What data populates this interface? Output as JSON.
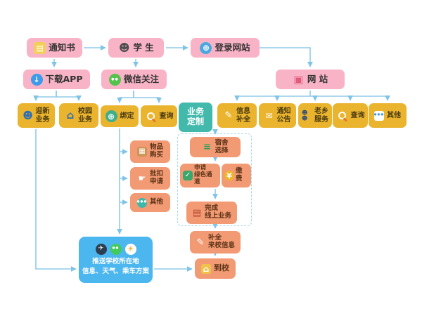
{
  "colors": {
    "pink": "#f9b3c7",
    "gold": "#eab42f",
    "orange": "#f29a73",
    "teal": "#43b9ac",
    "blue": "#4cb6ee",
    "arrow": "#8fcbe9"
  },
  "icons": {
    "document": "▤",
    "person": "☻",
    "globe": "⊕",
    "download": "↓",
    "wechat": "●●",
    "monitor": "▣",
    "people": "☻",
    "building": "⌂",
    "earth": "⊕",
    "pencil": "✎",
    "mail": "✉",
    "group": "☻☻",
    "dots": "●●●",
    "package": "▦",
    "hand": "☛",
    "bed": "≡",
    "check": "✓",
    "money": "¥",
    "books": "▤",
    "home": "⌂",
    "plane": "✈",
    "chat": "●●",
    "sun": "☀"
  },
  "nodes": {
    "notice": {
      "label": "通知书"
    },
    "student": {
      "label": "学 生"
    },
    "login": {
      "label": "登录网站"
    },
    "downloadApp": {
      "label": "下载APP"
    },
    "wechatFollow": {
      "label": "微信关注"
    },
    "website": {
      "label": "网 站"
    },
    "welcomeBiz": {
      "label": "迎新\n业务"
    },
    "campusBiz": {
      "label": "校园\n业务"
    },
    "bind": {
      "label": "绑定"
    },
    "queryWechat": {
      "label": "查询"
    },
    "bizCustom": {
      "label": "业务\n定制"
    },
    "infoComplete": {
      "label": "信息\n补全"
    },
    "notices": {
      "label": "通知\n公告"
    },
    "hometown": {
      "label": "老乡\n服务"
    },
    "queryWeb": {
      "label": "查询"
    },
    "otherWeb": {
      "label": "其他"
    },
    "itemPurchase": {
      "label": "物品\n购买"
    },
    "batchDeduction": {
      "label": "批扣\n申请"
    },
    "otherWechat": {
      "label": "其他"
    },
    "dormSelect": {
      "label": "宿舍\n选择"
    },
    "greenChannel": {
      "label": "申请\n绿色通道"
    },
    "payFee": {
      "label": "缴费"
    },
    "completeOnline": {
      "label": "完成\n线上业务"
    },
    "arrivalInfo": {
      "label": "补全\n来校信息"
    },
    "arriveSchool": {
      "label": "到校"
    },
    "pushInfo": {
      "label": "推送学校所在地\n信息、天气、乘车方案"
    }
  }
}
